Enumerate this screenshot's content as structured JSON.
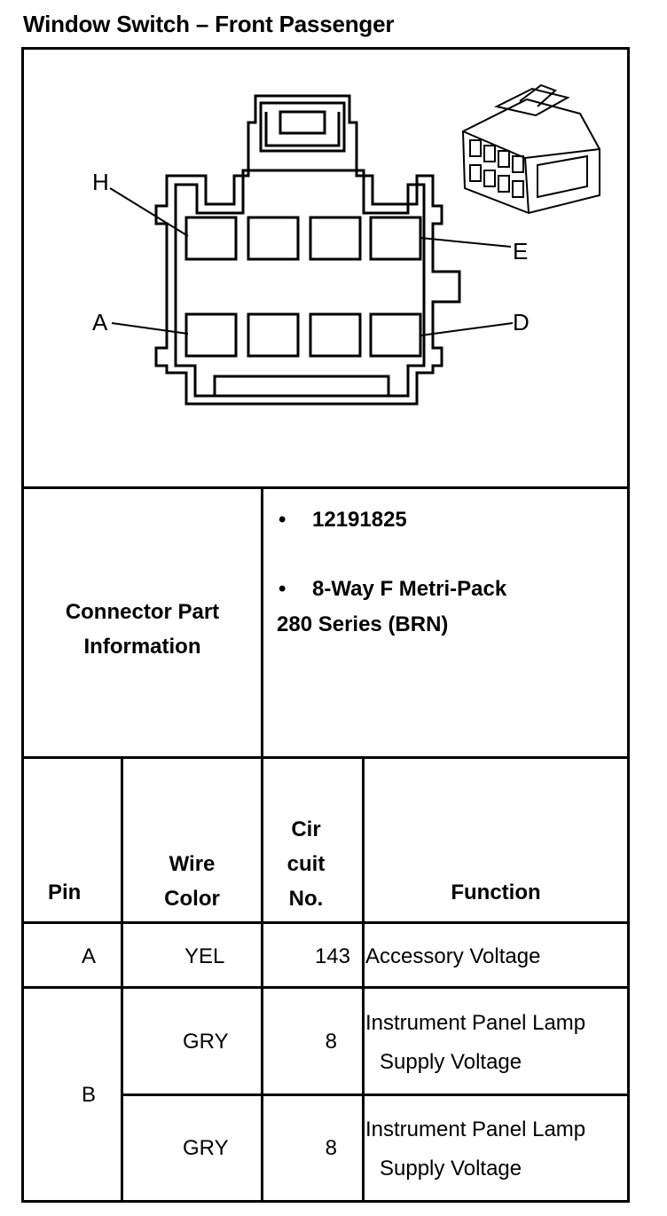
{
  "title": "Window Switch – Front Passenger",
  "diagram": {
    "pin_labels": {
      "top_left": "H",
      "top_right": "E",
      "bottom_left": "A",
      "bottom_right": "D"
    }
  },
  "connector_info": {
    "label": "Connector Part Information",
    "label_line1": "Connector Part",
    "label_line2": "Information",
    "part_number": "12191825",
    "description_line1": "8-Way F Metri-Pack",
    "description_line2": "280 Series (BRN)",
    "bullet": "•"
  },
  "table": {
    "headers": {
      "pin": "Pin",
      "wire_color_line1": "Wire",
      "wire_color_line2": "Color",
      "circuit_line1": "Cir",
      "circuit_line2": "cuit",
      "circuit_line3": "No.",
      "function": "Function"
    },
    "rows": [
      {
        "pin": "A",
        "wire_color": "YEL",
        "circuit": "143",
        "function_line1": "Accessory Voltage",
        "function_line2": ""
      },
      {
        "pin": "B",
        "wire_color": "GRY",
        "circuit": "8",
        "function_line1": "Instrument Panel Lamp",
        "function_line2": "Supply Voltage"
      },
      {
        "pin": "",
        "wire_color": "GRY",
        "circuit": "8",
        "function_line1": "Instrument Panel Lamp",
        "function_line2": "Supply Voltage"
      }
    ]
  }
}
